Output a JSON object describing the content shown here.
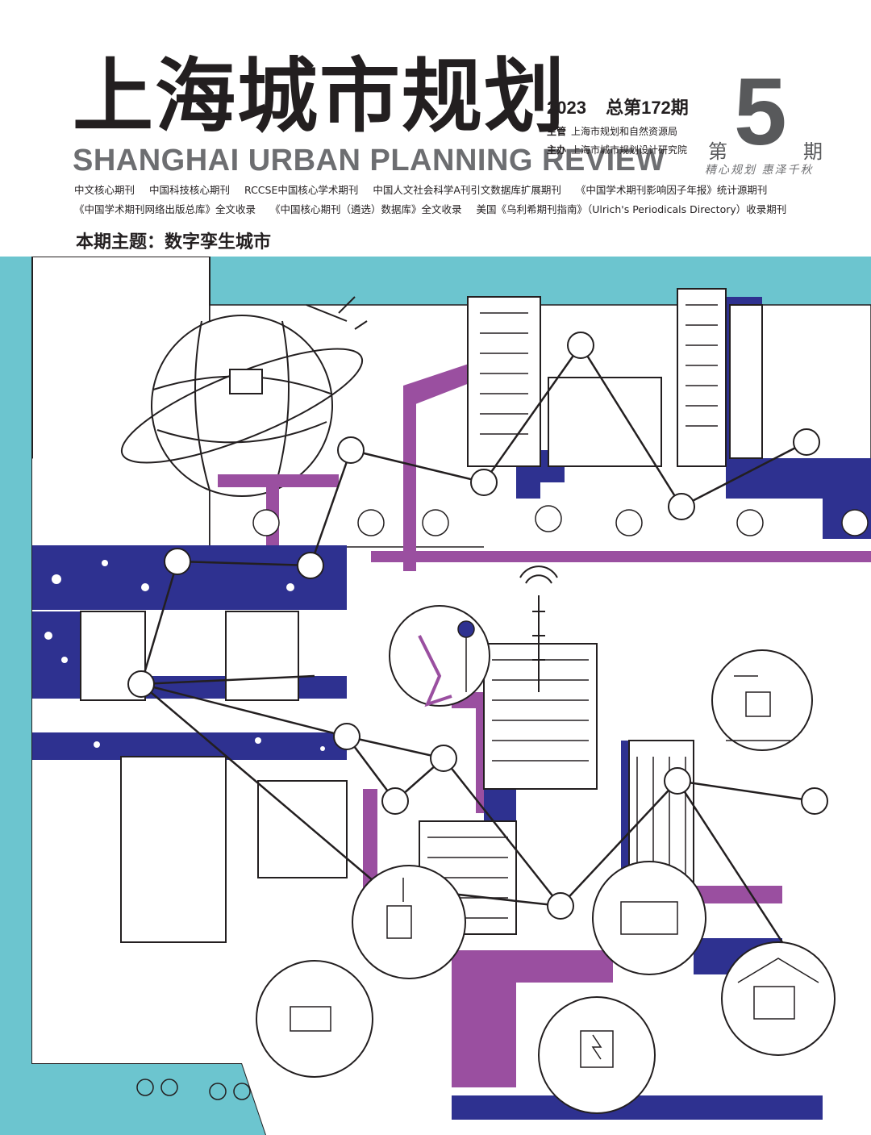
{
  "masthead": {
    "title_cn": "上海城市规划",
    "title_en": "SHANGHAI URBAN PLANNING REVIEW",
    "year": "2023",
    "total_issue": "总第172期",
    "supervisor_label": "主管",
    "supervisor": "上海市规划和自然资源局",
    "sponsor_label": "主办",
    "sponsor": "上海市城市规划设计研究院",
    "issue_prefix": "第",
    "issue_number": "5",
    "issue_suffix": "期",
    "motto": "精心规划 惠泽千秋"
  },
  "indexing": {
    "line1": [
      "中文核心期刊",
      "中国科技核心期刊",
      "RCCSE中国核心学术期刊",
      "中国人文社会科学A刊引文数据库扩展期刊",
      "《中国学术期刊影响因子年报》统计源期刊"
    ],
    "line2": [
      "《中国学术期刊网络出版总库》全文收录",
      "《中国核心期刊（遴选）数据库》全文收录",
      "美国《乌利希期刊指南》（Ulrich's Periodicals Directory）收录期刊"
    ]
  },
  "theme": "本期主题：数字孪生城市",
  "colors": {
    "cyan": "#6cc5cf",
    "navy": "#2e3190",
    "purple": "#9a4fa0",
    "ink": "#231f20",
    "gray": "#58595b"
  }
}
